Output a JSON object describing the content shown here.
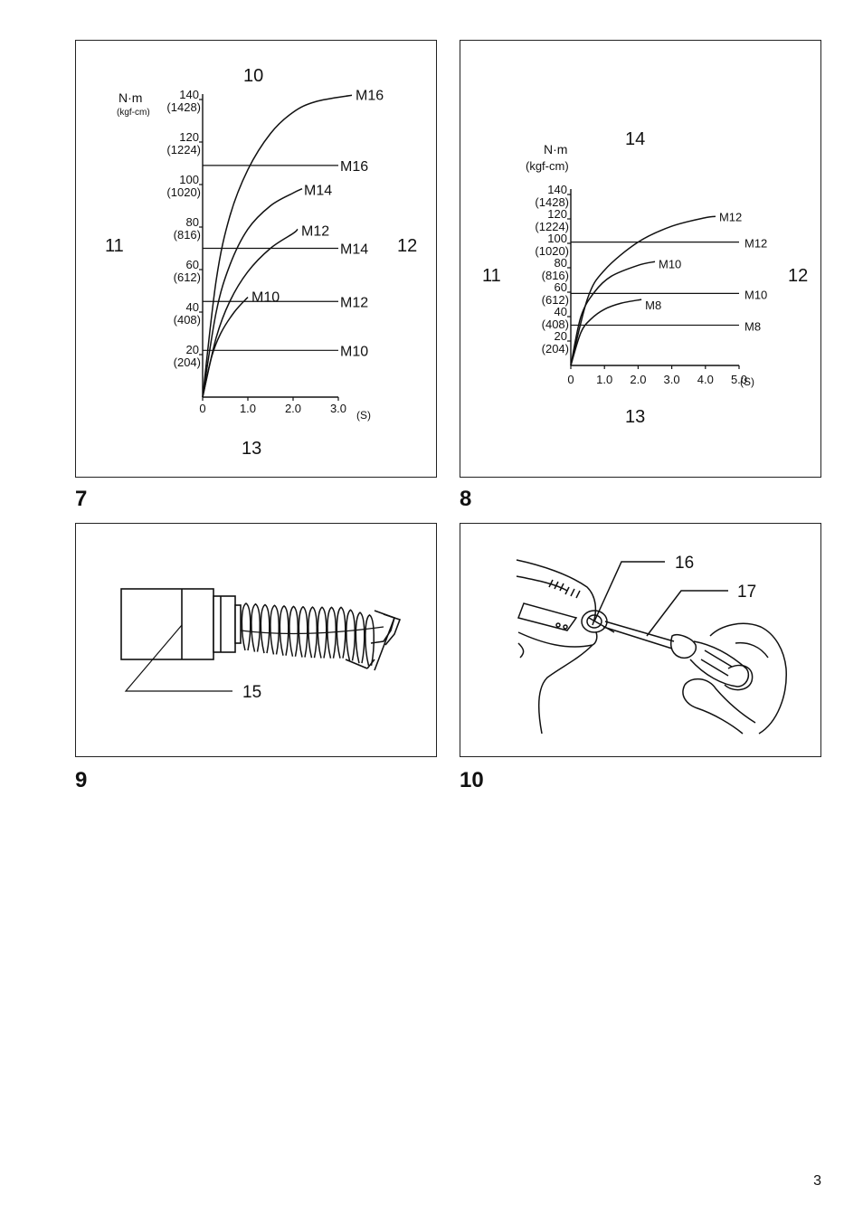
{
  "figures": [
    {
      "number": "7"
    },
    {
      "number": "8"
    },
    {
      "number": "9"
    },
    {
      "number": "10"
    }
  ],
  "page_number": "3",
  "callouts": {
    "c10": "10",
    "c11": "11",
    "c12": "12",
    "c13": "13",
    "c14": "14",
    "c15": "15",
    "c16": "16",
    "c17": "17"
  },
  "chart_data": [
    {
      "type": "line",
      "figure": "7",
      "ylabel": "N·m",
      "ylabel_sub": "(kgf-cm)",
      "xunit": "(S)",
      "x_ticks": [
        "0",
        "1.0",
        "2.0",
        "3.0"
      ],
      "y_ticks": [
        {
          "value": "140",
          "alt": "(1428)"
        },
        {
          "value": "120",
          "alt": "(1224)"
        },
        {
          "value": "100",
          "alt": "(1020)"
        },
        {
          "value": "80",
          "alt": "(816)"
        },
        {
          "value": "60",
          "alt": "(612)"
        },
        {
          "value": "40",
          "alt": "(408)"
        },
        {
          "value": "20",
          "alt": "(204)"
        }
      ],
      "xlim": [
        0,
        3.0
      ],
      "ylim": [
        0,
        140
      ],
      "series": [
        {
          "name": "M16",
          "x": [
            0,
            0.3,
            0.6,
            1.0,
            1.5,
            2.0,
            2.5,
            3.3
          ],
          "y": [
            0,
            55,
            85,
            107,
            124,
            134,
            139,
            142
          ]
        },
        {
          "name": "M14",
          "x": [
            0,
            0.3,
            0.6,
            1.0,
            1.5,
            2.0,
            2.2
          ],
          "y": [
            0,
            40,
            62,
            79,
            90,
            96,
            98
          ]
        },
        {
          "name": "M12",
          "x": [
            0,
            0.3,
            0.6,
            1.0,
            1.5,
            2.0,
            2.1
          ],
          "y": [
            0,
            28,
            45,
            59,
            70,
            77,
            79
          ]
        },
        {
          "name": "M10",
          "x": [
            0,
            0.2,
            0.4,
            0.7,
            1.0
          ],
          "y": [
            0,
            19,
            30,
            40,
            47
          ]
        }
      ],
      "reference_lines": [
        {
          "name": "M16",
          "y": 109
        },
        {
          "name": "M14",
          "y": 70
        },
        {
          "name": "M12",
          "y": 45
        },
        {
          "name": "M10",
          "y": 22
        }
      ]
    },
    {
      "type": "line",
      "figure": "8",
      "ylabel": "N·m",
      "ylabel_sub": "(kgf-cm)",
      "xunit": "(S)",
      "x_ticks": [
        "0",
        "1.0",
        "2.0",
        "3.0",
        "4.0",
        "5.0"
      ],
      "y_ticks": [
        {
          "value": "140",
          "alt": "(1428)"
        },
        {
          "value": "120",
          "alt": "(1224)"
        },
        {
          "value": "100",
          "alt": "(1020)"
        },
        {
          "value": "80",
          "alt": "(816)"
        },
        {
          "value": "60",
          "alt": "(612)"
        },
        {
          "value": "40",
          "alt": "(408)"
        },
        {
          "value": "20",
          "alt": "(204)"
        }
      ],
      "xlim": [
        0,
        5.0
      ],
      "ylim": [
        0,
        140
      ],
      "series": [
        {
          "name": "M12",
          "x": [
            0,
            0.5,
            1.0,
            2.0,
            3.0,
            4.0,
            4.3
          ],
          "y": [
            0,
            55,
            78,
            101,
            114,
            121,
            122
          ]
        },
        {
          "name": "M10",
          "x": [
            0,
            0.3,
            0.7,
            1.2,
            2.0,
            2.5
          ],
          "y": [
            0,
            40,
            60,
            73,
            82,
            85
          ]
        },
        {
          "name": "M8",
          "x": [
            0,
            0.3,
            0.6,
            1.0,
            1.5,
            2.1
          ],
          "y": [
            0,
            27,
            38,
            46,
            51,
            54
          ]
        }
      ],
      "reference_lines": [
        {
          "name": "M12",
          "y": 101
        },
        {
          "name": "M10",
          "y": 59
        },
        {
          "name": "M8",
          "y": 33
        }
      ]
    }
  ]
}
